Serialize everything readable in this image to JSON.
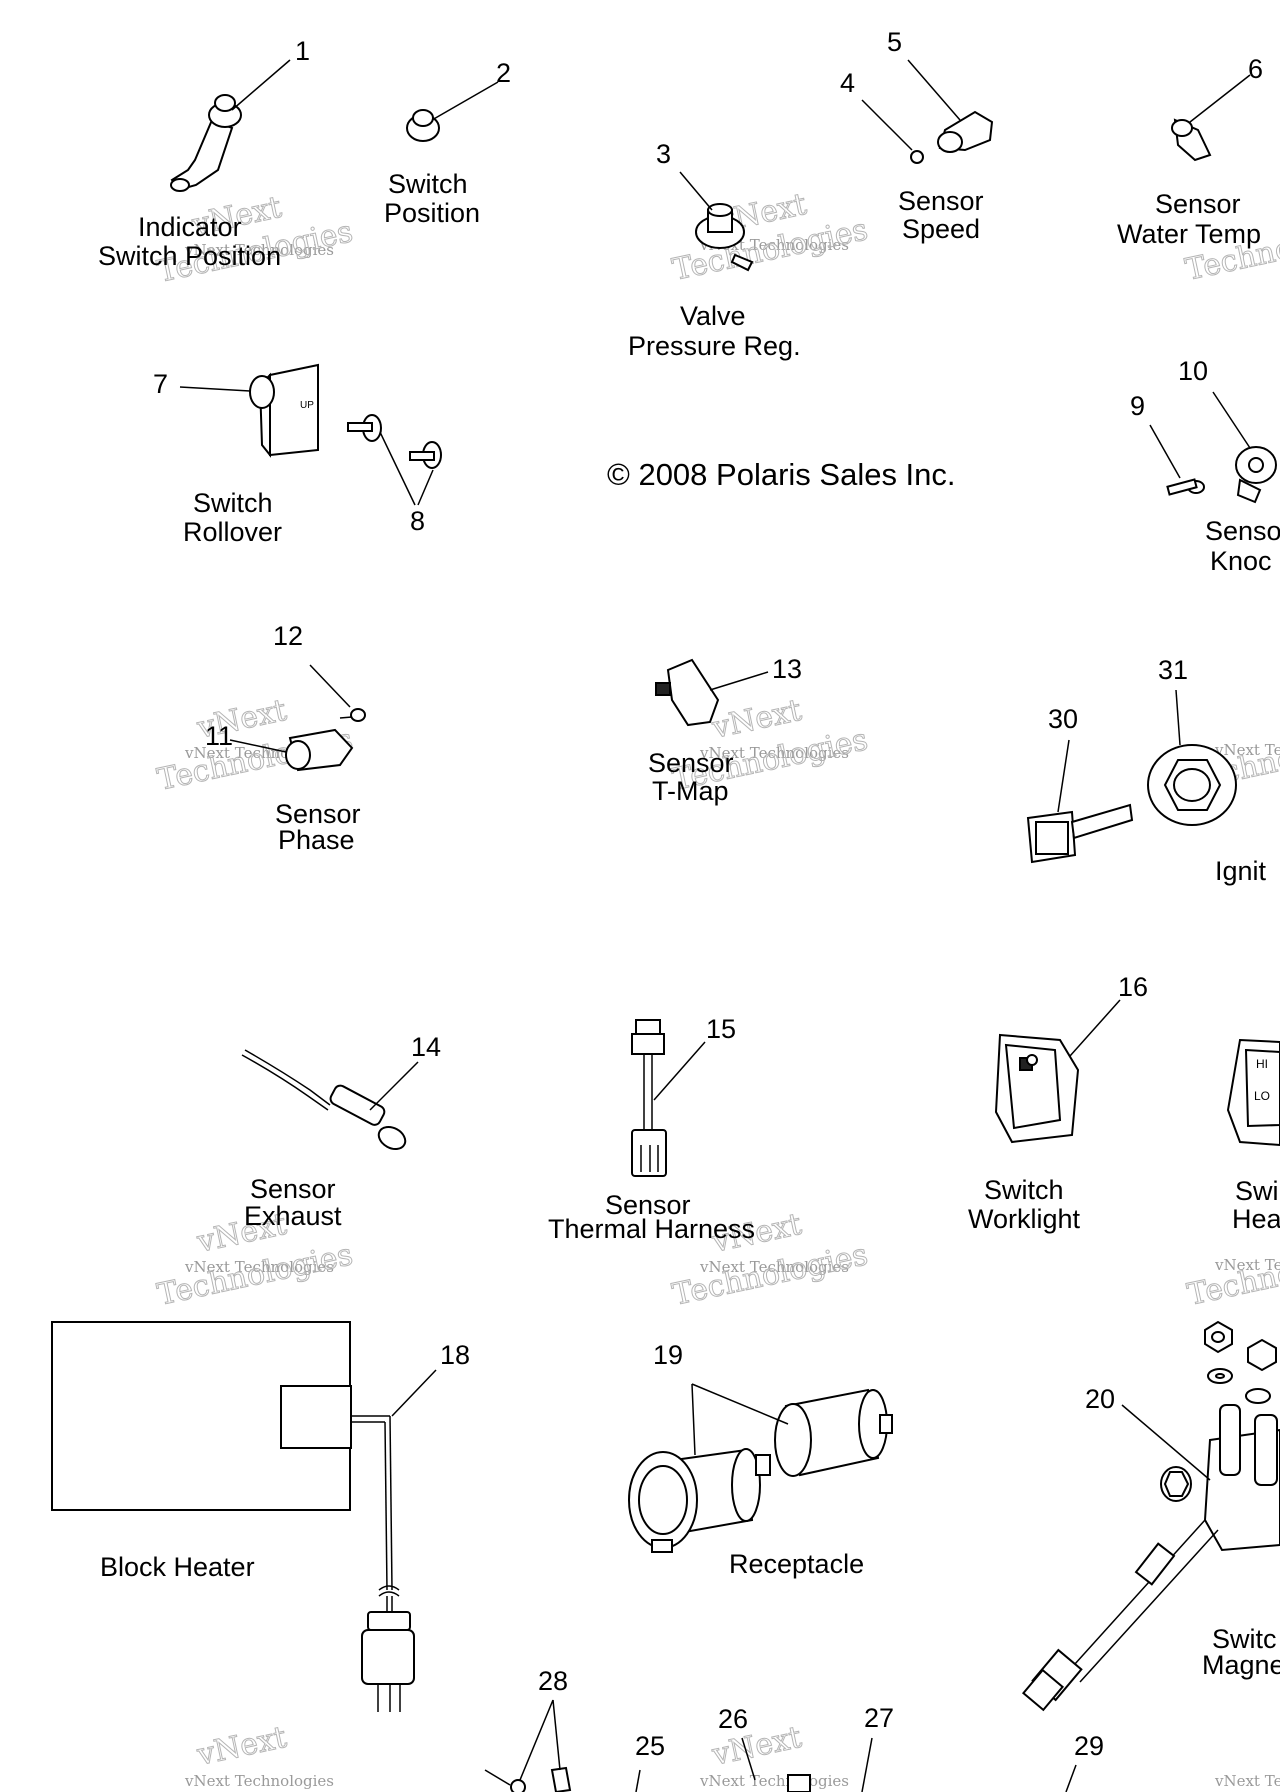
{
  "copyright": "© 2008 Polaris Sales Inc.",
  "watermark": {
    "line1": "vNext Technologies",
    "line2": "Technologies",
    "line3": "vNext"
  },
  "callouts": [
    "1",
    "2",
    "3",
    "4",
    "5",
    "6",
    "7",
    "8",
    "9",
    "10",
    "11",
    "12",
    "13",
    "14",
    "15",
    "16",
    "18",
    "19",
    "20",
    "25",
    "26",
    "27",
    "28",
    "29",
    "30",
    "31"
  ],
  "captions": {
    "indicator_switch_position": [
      "Indicator",
      "Switch Position"
    ],
    "switch_position": [
      "Switch",
      "Position"
    ],
    "valve_pressure_reg": [
      "Valve",
      "Pressure Reg."
    ],
    "sensor_speed": [
      "Sensor",
      "Speed"
    ],
    "sensor_water_temp": [
      "Sensor",
      "Water Temp"
    ],
    "switch_rollover": [
      "Switch",
      "Rollover"
    ],
    "sensor_knock": [
      "Senso",
      "Knoc"
    ],
    "sensor_phase": [
      "Sensor",
      "Phase"
    ],
    "sensor_tmap": [
      "Sensor",
      "T-Map"
    ],
    "ignition": "Ignit",
    "sensor_exhaust": [
      "Sensor",
      "Exhaust"
    ],
    "sensor_thermal_harness": [
      "Sensor",
      "Thermal Harness"
    ],
    "switch_worklight": [
      "Switch",
      "Worklight"
    ],
    "switch_headlight": [
      "Swi",
      "Hea"
    ],
    "block_heater": "Block Heater",
    "receptacle": "Receptacle",
    "switch_magneto": [
      "Switc",
      "Magne"
    ]
  }
}
